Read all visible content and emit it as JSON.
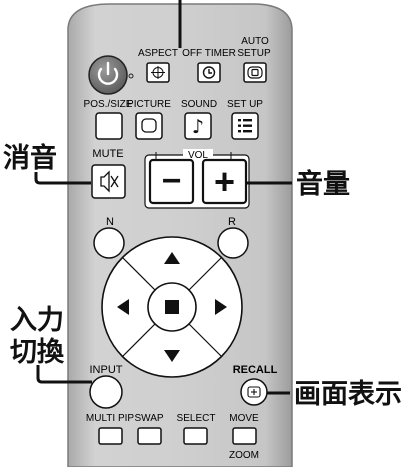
{
  "buttons": {
    "aspect": "ASPECT",
    "off_timer": "OFF TIMER",
    "auto_setup_line1": "AUTO",
    "auto_setup_line2": "SETUP",
    "pos_size": "POS./SIZE",
    "picture": "PICTURE",
    "sound": "SOUND",
    "set_up": "SET UP",
    "mute": "MUTE",
    "vol": "VOL",
    "vol_minus": "−",
    "vol_plus": "+",
    "n": "N",
    "r": "R",
    "input": "INPUT",
    "recall": "RECALL",
    "multi_pip": "MULTI PIP",
    "swap": "SWAP",
    "select": "SELECT",
    "move": "MOVE",
    "zoom": "ZOOM"
  },
  "callouts": {
    "mute": "消音",
    "volume": "音量",
    "input_line1": "入力",
    "input_line2": "切換",
    "display": "画面表示"
  },
  "icons": {
    "power": "power-icon",
    "aspect": "aspect-icon",
    "off_timer": "clock-icon",
    "auto_setup": "auto-setup-icon",
    "picture": "picture-icon",
    "sound": "music-note-icon",
    "set_up": "menu-icon",
    "mute": "speaker-mute-icon",
    "up": "arrow-up-icon",
    "down": "arrow-down-icon",
    "left": "arrow-left-icon",
    "right": "arrow-right-icon",
    "enter": "square-icon",
    "recall": "recall-icon"
  },
  "colors": {
    "remote_body": "#c7c7c7",
    "button_face": "#ffffff",
    "outline": "#111111",
    "background": "#ffffff"
  }
}
